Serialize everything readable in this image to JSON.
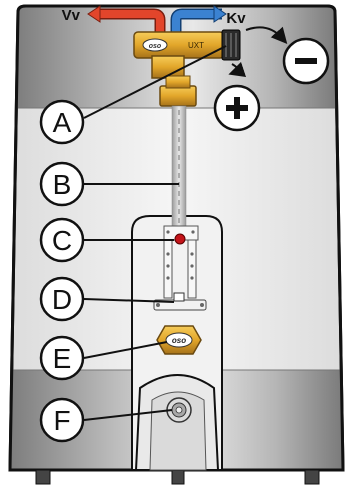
{
  "pipes": {
    "hot_label": "Vv",
    "cold_label": "Kv"
  },
  "valve": {
    "brand_text": "oso",
    "model_text": "UXT"
  },
  "controls": {
    "decrease_symbol": "−",
    "increase_symbol": "+"
  },
  "heater_badge_text": "oso",
  "callouts": [
    {
      "letter": "A"
    },
    {
      "letter": "B"
    },
    {
      "letter": "C"
    },
    {
      "letter": "D"
    },
    {
      "letter": "E"
    },
    {
      "letter": "F"
    }
  ],
  "colors": {
    "hot": "#e2452b",
    "cold": "#3b82d1",
    "brass": "#e2a62a",
    "tank_gray": "#9a9a9a",
    "tank_light": "#ececec"
  }
}
